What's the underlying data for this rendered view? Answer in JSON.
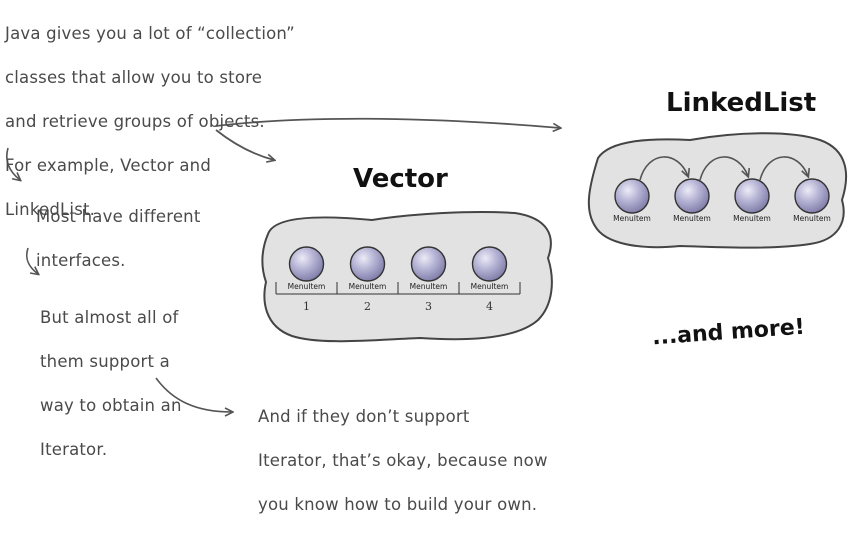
{
  "notes": {
    "intro": [
      "Java gives you a lot of “collection”",
      "classes that allow you to store",
      "and retrieve groups of objects.",
      "For example, Vector and",
      "LinkedList."
    ],
    "interfaces": [
      "Most have different",
      "interfaces."
    ],
    "iterator": [
      "But almost all of",
      "them support a",
      "way to obtain an",
      "Iterator."
    ],
    "own": [
      "And if they don’t support",
      "Iterator, that’s okay, because now",
      "you know how to build your own."
    ]
  },
  "vector": {
    "title": "Vector",
    "item_label": "MenuItem",
    "indices": [
      "1",
      "2",
      "3",
      "4"
    ]
  },
  "linkedlist": {
    "title": "LinkedList",
    "item_label": "MenuItem",
    "count": 4
  },
  "more": "...and more!"
}
